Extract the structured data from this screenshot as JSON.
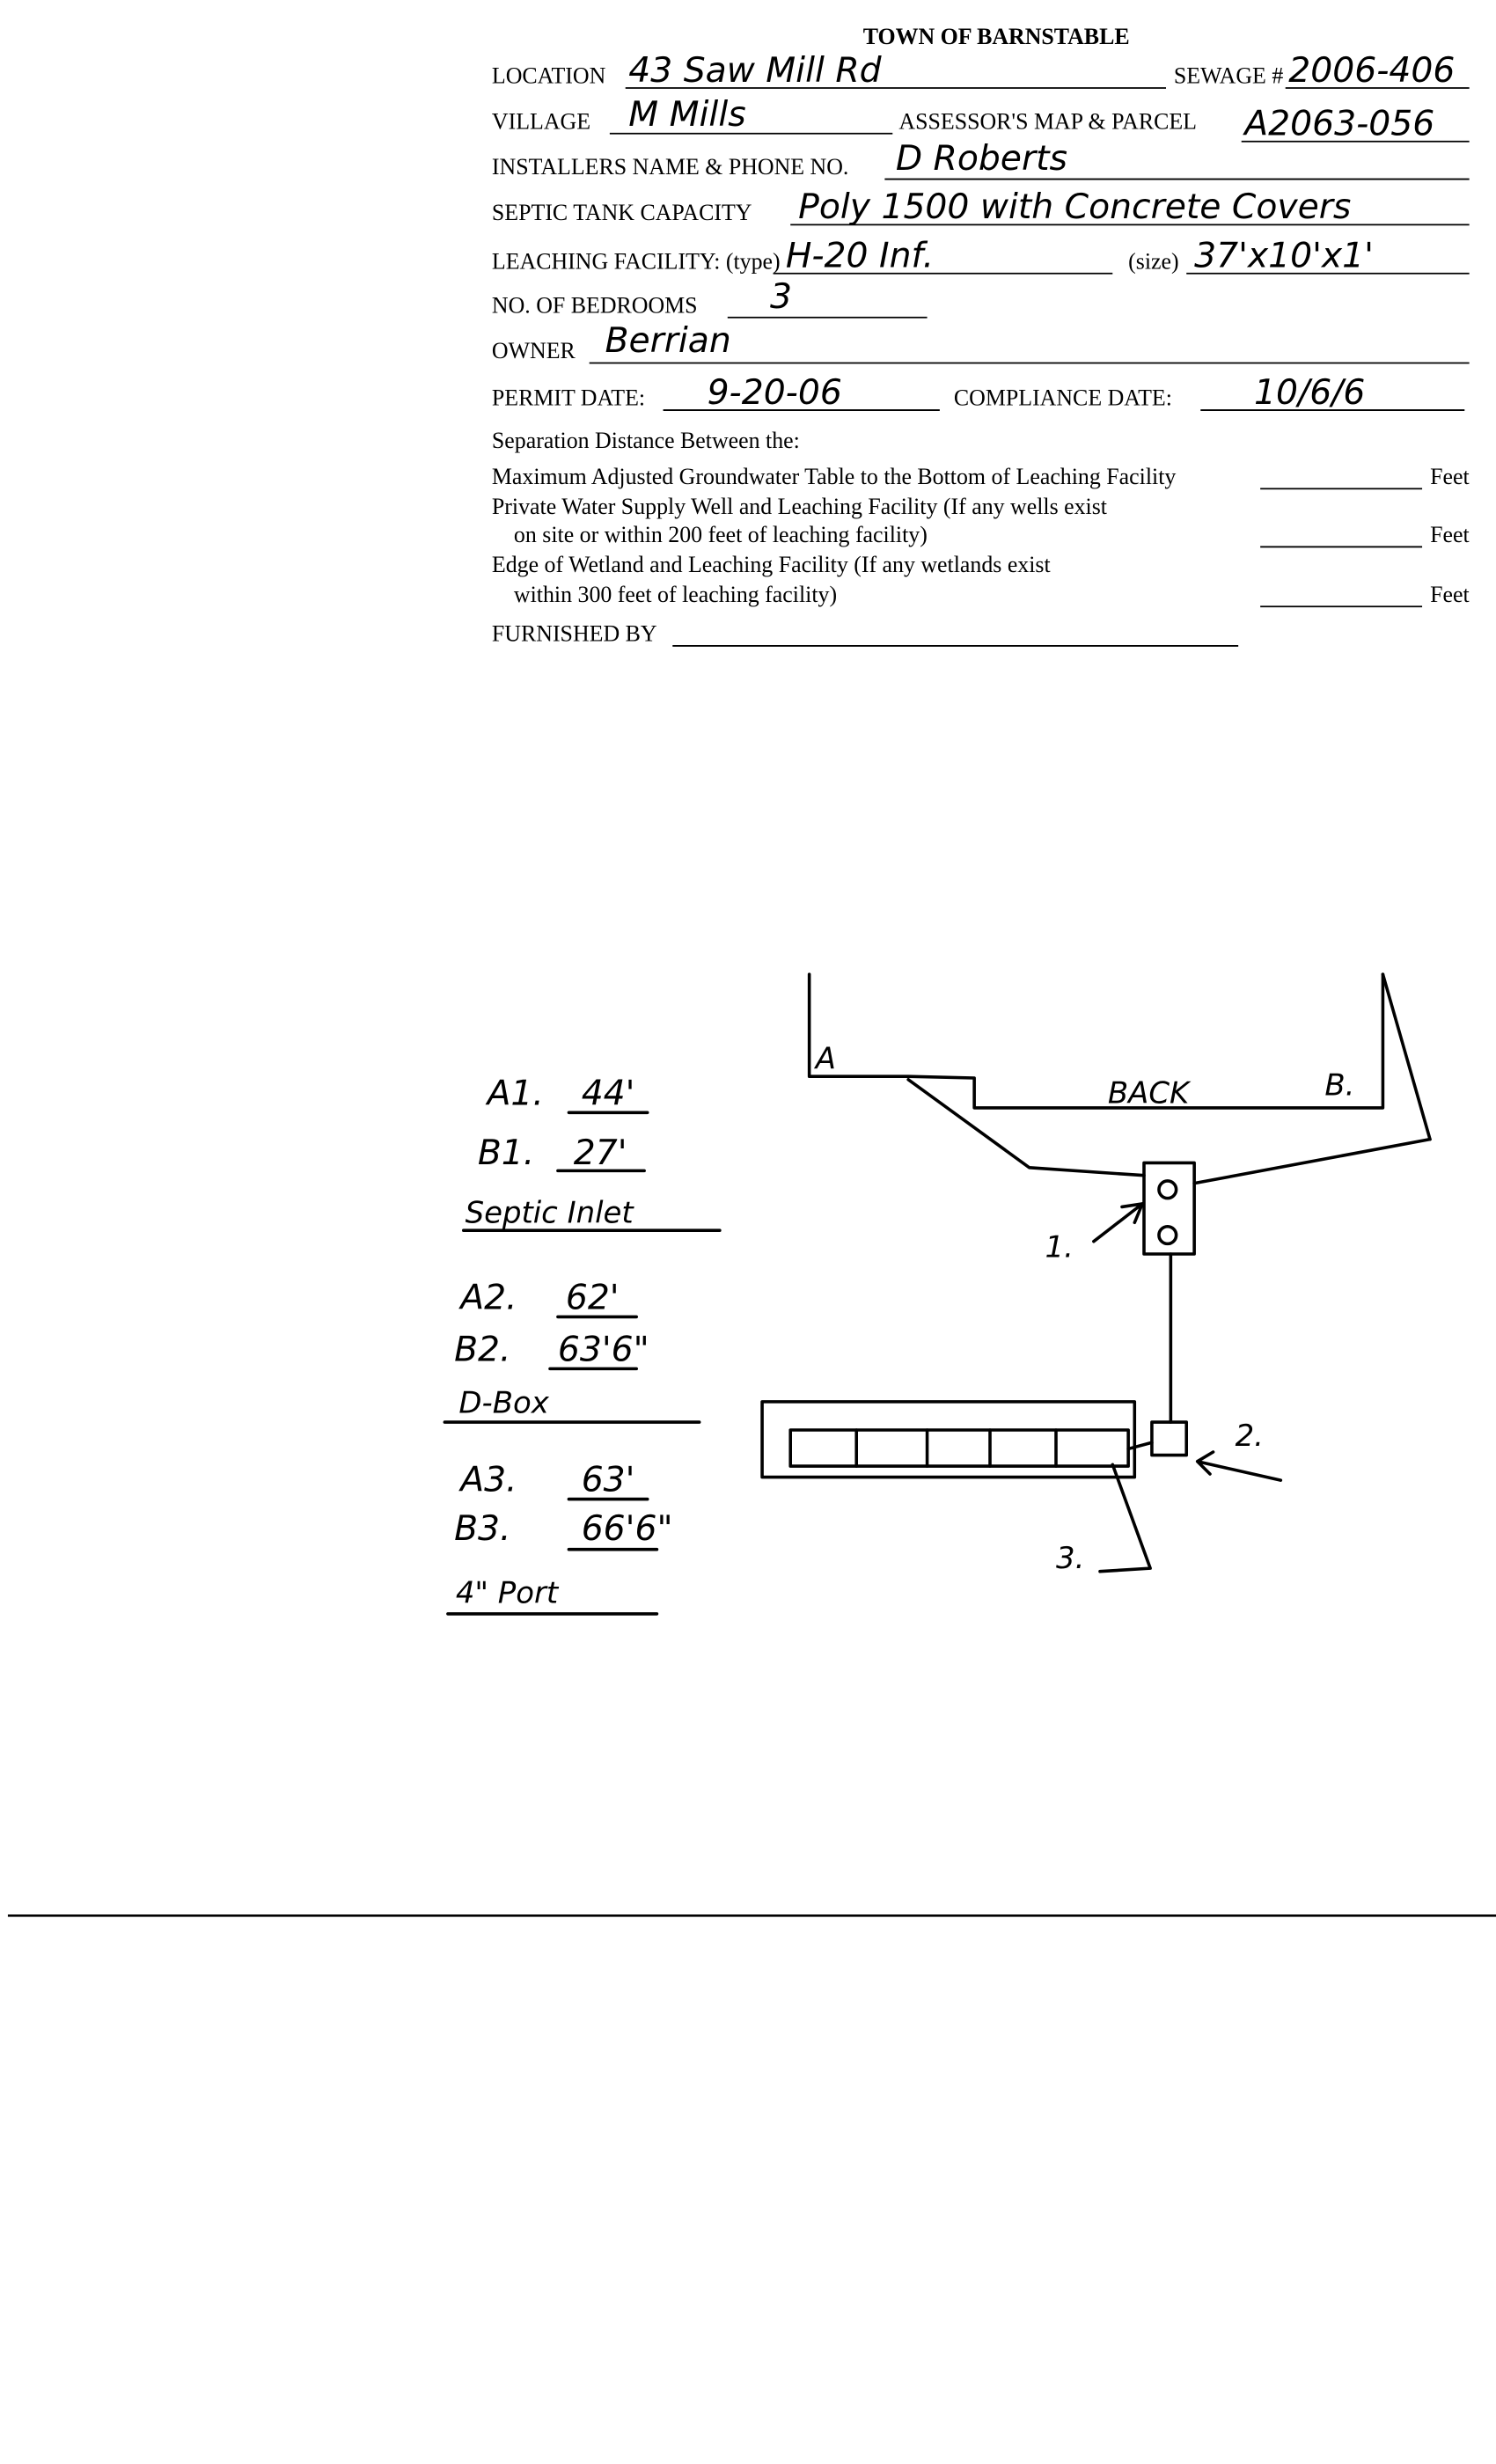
{
  "form": {
    "title": "TOWN OF BARNSTABLE",
    "location_label": "LOCATION",
    "location_value": "43 Saw Mill Rd",
    "sewage_label": "SEWAGE #",
    "sewage_value": "2006-406",
    "village_label": "VILLAGE",
    "village_value": "M Mills",
    "map_parcel_label": "ASSESSOR'S MAP & PARCEL",
    "map_parcel_value": "A2063-056",
    "installer_label": "INSTALLERS NAME & PHONE NO.",
    "installer_value": "D Roberts",
    "tank_label": "SEPTIC TANK CAPACITY",
    "tank_value": "Poly 1500 with Concrete Covers",
    "leaching_type_label": "LEACHING FACILITY: (type)",
    "leaching_type_value": "H-20 Inf.",
    "size_label": "(size)",
    "size_value": "37'x10'x1'",
    "bedrooms_label": "NO. OF BEDROOMS",
    "bedrooms_value": "3",
    "owner_label": "OWNER",
    "owner_value": "Berrian",
    "permit_date_label": "PERMIT DATE:",
    "permit_date_value": "9-20-06",
    "compliance_date_label": "COMPLIANCE DATE:",
    "compliance_date_value": "10/6/6",
    "separation_heading": "Separation Distance Between the:",
    "separation_1": "Maximum Adjusted Groundwater Table to the Bottom of Leaching Facility",
    "separation_2a": "Private Water Supply Well and Leaching Facility (If any wells exist",
    "separation_2b": "on site or within 200 feet of leaching facility)",
    "separation_3a": "Edge of Wetland and Leaching Facility (If any wetlands exist",
    "separation_3b": "within 300 feet of leaching facility)",
    "feet_label": "Feet",
    "furnished_label": "FURNISHED BY"
  },
  "notes": {
    "a1_label": "A1.",
    "a1_value": "44'",
    "b1_label": "B1.",
    "b1_value": "27'",
    "septic_inlet": "Septic Inlet",
    "a2_label": "A2.",
    "a2_value": "62'",
    "b2_label": "B2.",
    "b2_value": "63'6\"",
    "d_box": "D-Box",
    "a3_label": "A3.",
    "a3_value": "63'",
    "b3_label": "B3.",
    "b3_value": "66'6\"",
    "port": "4\" Port"
  },
  "sketch": {
    "corner_a": "A",
    "back": "BACK",
    "corner_b": "B.",
    "mark_1": "1.",
    "mark_2": "2.",
    "mark_3": "3."
  }
}
